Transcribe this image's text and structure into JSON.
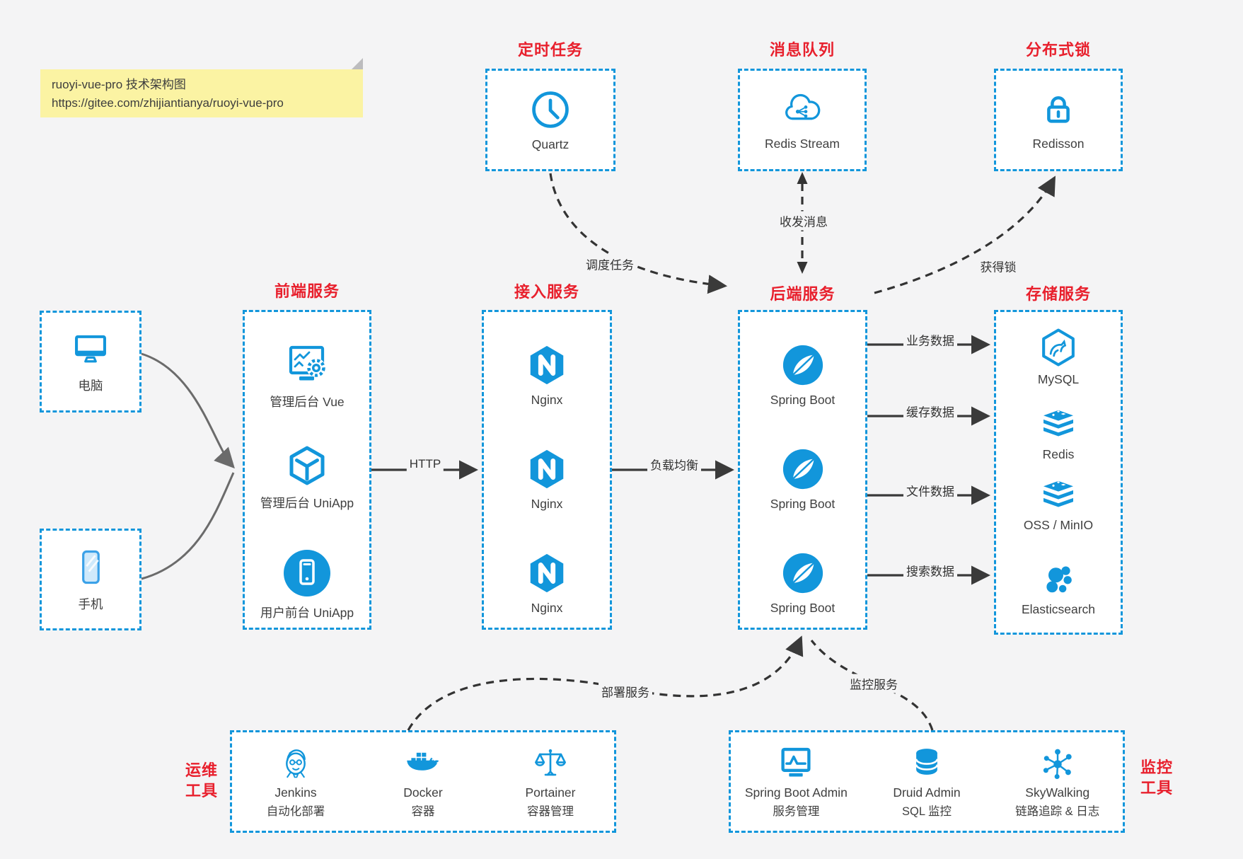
{
  "note": {
    "line1": "ruoyi-vue-pro 技术架构图",
    "line2": "https://gitee.com/zhijiantianya/ruoyi-vue-pro"
  },
  "colors": {
    "accent_blue": "#1296db",
    "title_red": "#e8202d",
    "canvas_bg": "#f4f4f5",
    "note_bg": "#fbf3a3",
    "arrow_dark": "#3a3a3a",
    "arrow_gray": "#6b6b6b"
  },
  "groups": {
    "scheduler": {
      "title": "定时任务",
      "item": {
        "label": "Quartz",
        "icon": "clock-icon"
      }
    },
    "mq": {
      "title": "消息队列",
      "item": {
        "label": "Redis Stream",
        "icon": "cloud-network-icon"
      }
    },
    "lock": {
      "title": "分布式锁",
      "item": {
        "label": "Redisson",
        "icon": "lock-icon"
      }
    },
    "clients": {
      "pc": {
        "label": "电脑",
        "icon": "desktop-icon"
      },
      "phone": {
        "label": "手机",
        "icon": "smartphone-icon"
      }
    },
    "frontend": {
      "title": "前端服务",
      "items": [
        {
          "label": "管理后台 Vue",
          "icon": "admin-vue-icon"
        },
        {
          "label": "管理后台 UniApp",
          "icon": "uniapp-cube-icon"
        },
        {
          "label": "用户前台 UniApp",
          "icon": "user-app-icon"
        }
      ]
    },
    "gateway": {
      "title": "接入服务",
      "items": [
        {
          "label": "Nginx",
          "icon": "nginx-icon"
        },
        {
          "label": "Nginx",
          "icon": "nginx-icon"
        },
        {
          "label": "Nginx",
          "icon": "nginx-icon"
        }
      ]
    },
    "backend": {
      "title": "后端服务",
      "items": [
        {
          "label": "Spring Boot",
          "icon": "spring-icon"
        },
        {
          "label": "Spring Boot",
          "icon": "spring-icon"
        },
        {
          "label": "Spring Boot",
          "icon": "spring-icon"
        }
      ]
    },
    "storage": {
      "title": "存储服务",
      "items": [
        {
          "label": "MySQL",
          "icon": "mysql-icon"
        },
        {
          "label": "Redis",
          "icon": "redis-stack-icon"
        },
        {
          "label": "OSS / MinIO",
          "icon": "oss-stack-icon"
        },
        {
          "label": "Elasticsearch",
          "icon": "elasticsearch-icon"
        }
      ]
    },
    "devops": {
      "side_title_line1": "运维",
      "side_title_line2": "工具",
      "items": [
        {
          "name": "Jenkins",
          "desc": "自动化部署",
          "icon": "jenkins-icon"
        },
        {
          "name": "Docker",
          "desc": "容器",
          "icon": "docker-icon"
        },
        {
          "name": "Portainer",
          "desc": "容器管理",
          "icon": "portainer-scales-icon"
        }
      ]
    },
    "monitoring": {
      "side_title_line1": "监控",
      "side_title_line2": "工具",
      "items": [
        {
          "name": "Spring Boot Admin",
          "desc": "服务管理",
          "icon": "monitor-chart-icon"
        },
        {
          "name": "Druid Admin",
          "desc": "SQL 监控",
          "icon": "database-icon"
        },
        {
          "name": "SkyWalking",
          "desc": "链路追踪 & 日志",
          "icon": "topology-icon"
        }
      ]
    }
  },
  "edges": {
    "http": "HTTP",
    "load_balance": "负载均衡",
    "schedule": "调度任务",
    "messages": "收发消息",
    "acquire_lock": "获得锁",
    "business_data": "业务数据",
    "cache_data": "缓存数据",
    "file_data": "文件数据",
    "search_data": "搜索数据",
    "deploy": "部署服务",
    "monitor": "监控服务"
  }
}
